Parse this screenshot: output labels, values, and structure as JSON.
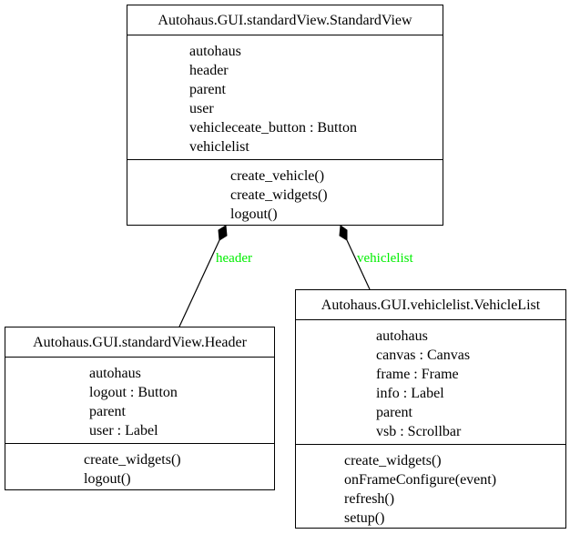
{
  "colors": {
    "edge_label": "#00ee00",
    "stroke": "#000000",
    "background": "#ffffff"
  },
  "edge_style": "composition (filled diamond)",
  "classes": {
    "standardview": {
      "name": "Autohaus.GUI.standardView.StandardView",
      "attributes": [
        "autohaus",
        "header",
        "parent",
        "user",
        "vehicleceate_button : Button",
        "vehiclelist"
      ],
      "methods": [
        "create_vehicle()",
        "create_widgets()",
        "logout()"
      ]
    },
    "header": {
      "name": "Autohaus.GUI.standardView.Header",
      "attributes": [
        "autohaus",
        "logout : Button",
        "parent",
        "user : Label"
      ],
      "methods": [
        "create_widgets()",
        "logout()"
      ]
    },
    "vehiclelist": {
      "name": "Autohaus.GUI.vehiclelist.VehicleList",
      "attributes": [
        "autohaus",
        "canvas : Canvas",
        "frame : Frame",
        "info : Label",
        "parent",
        "vsb : Scrollbar"
      ],
      "methods": [
        "create_widgets()",
        "onFrameConfigure(event)",
        "refresh()",
        "setup()"
      ]
    }
  },
  "edges": [
    {
      "from": "standardview",
      "to": "header",
      "label": "header"
    },
    {
      "from": "standardview",
      "to": "vehiclelist",
      "label": "vehiclelist"
    }
  ]
}
